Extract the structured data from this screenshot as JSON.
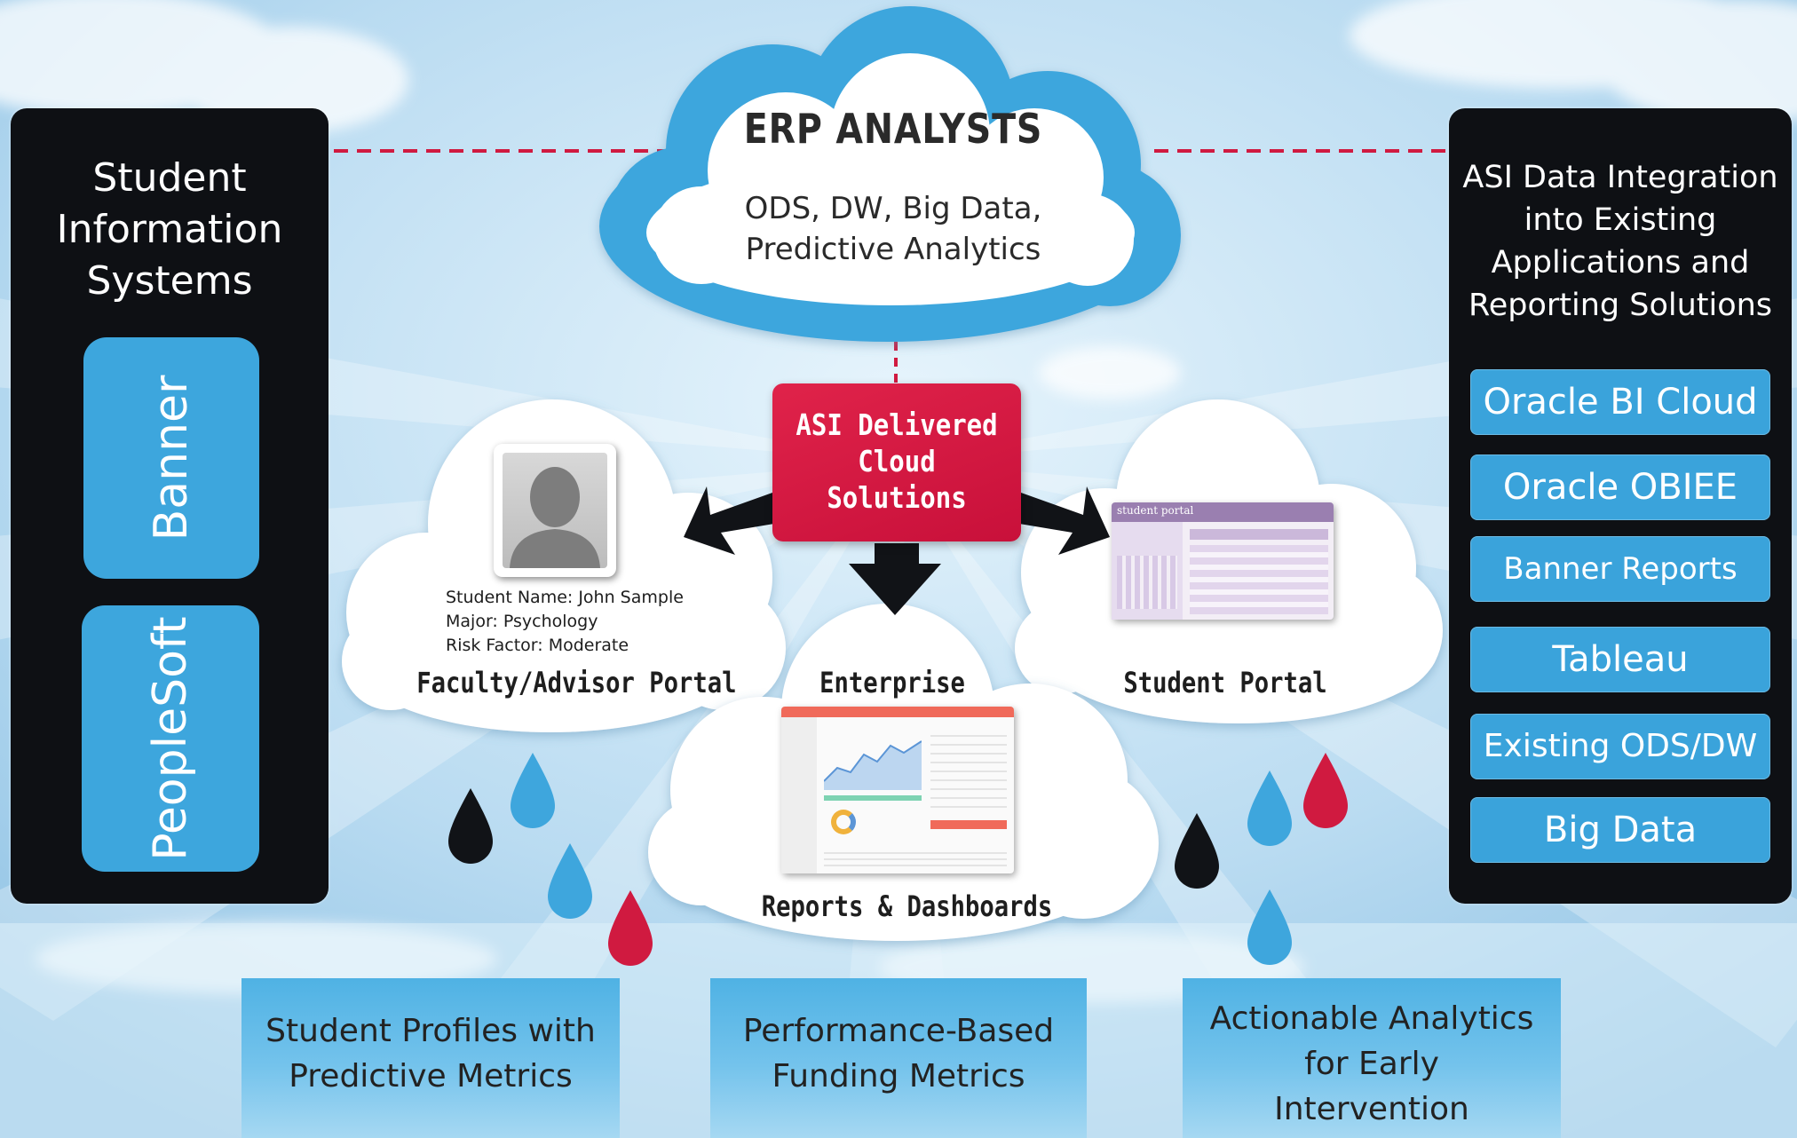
{
  "header": {
    "title": "ERP ANALYSTS",
    "subtitle_line1": "ODS, DW, Big Data,",
    "subtitle_line2": "Predictive Analytics"
  },
  "sis_panel": {
    "title_line1": "Student",
    "title_line2": "Information",
    "title_line3": "Systems",
    "items": [
      {
        "label": "Banner"
      },
      {
        "label": "PeopleSoft"
      }
    ]
  },
  "integration_panel": {
    "title_line1": "ASI Data Integration",
    "title_line2": "into Existing",
    "title_line3": "Applications and",
    "title_line4": "Reporting Solutions",
    "items": [
      {
        "label": "Oracle BI Cloud"
      },
      {
        "label": "Oracle OBIEE"
      },
      {
        "label": "Banner Reports"
      },
      {
        "label": "Tableau"
      },
      {
        "label": "Existing ODS/DW"
      },
      {
        "label": "Big Data"
      }
    ]
  },
  "center_box": {
    "line1": "ASI Delivered",
    "line2": "Cloud",
    "line3": "Solutions"
  },
  "faculty_portal": {
    "label": "Faculty/Advisor Portal",
    "student_name": "Student Name: John Sample",
    "major": "Major: Psychology",
    "risk": "Risk Factor: Moderate"
  },
  "student_portal": {
    "label": "Student Portal",
    "thumb_title": "student portal"
  },
  "enterprise": {
    "label": "Enterprise",
    "reports_label": "Reports & Dashboards"
  },
  "outcomes": [
    {
      "line1": "Student Profiles with",
      "line2": "Predictive Metrics"
    },
    {
      "line1": "Performance-Based",
      "line2": "Funding Metrics"
    },
    {
      "line1": "Actionable Analytics",
      "line2": "for Early",
      "line3": "Intervention"
    }
  ],
  "colors": {
    "accent_blue": "#3da6dd",
    "accent_red": "#d01a40",
    "panel_dark": "#0e1014"
  }
}
